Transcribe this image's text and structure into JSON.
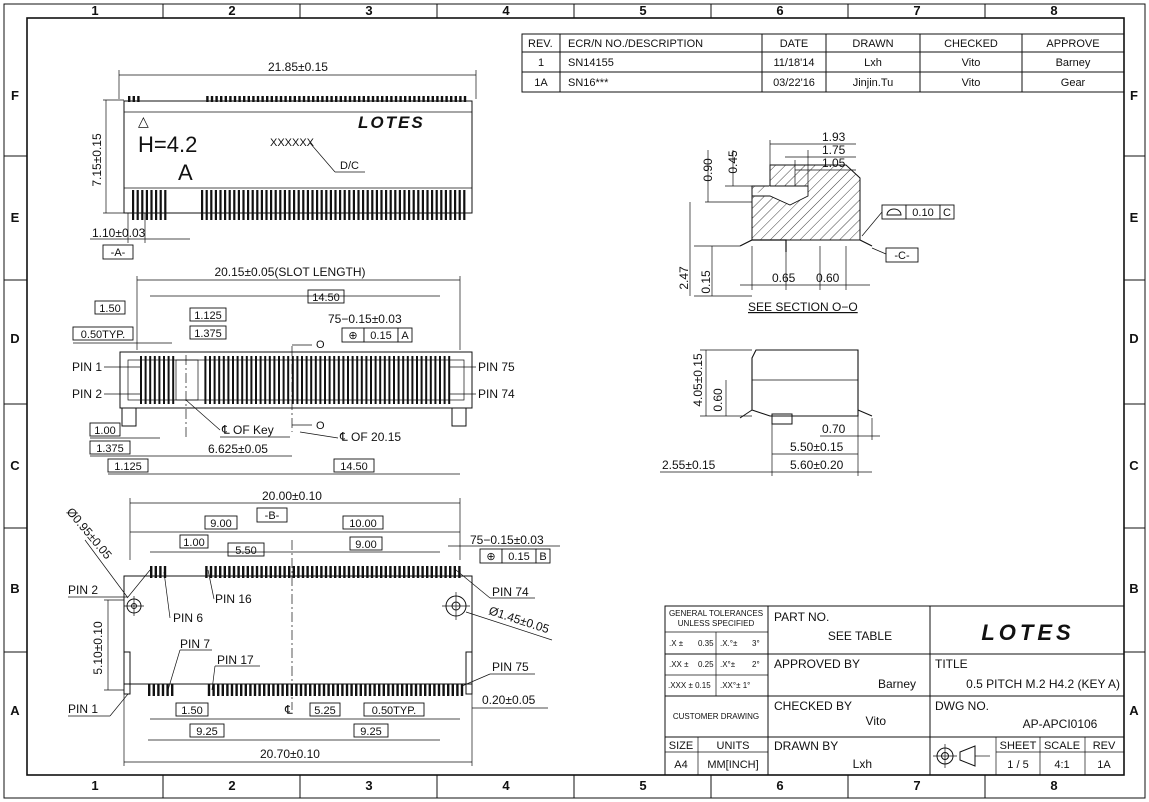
{
  "zones": {
    "columns": [
      "1",
      "2",
      "3",
      "4",
      "5",
      "6",
      "7",
      "8"
    ],
    "rows": [
      "F",
      "E",
      "D",
      "C",
      "B",
      "A"
    ]
  },
  "revision_table": {
    "headers": [
      "REV.",
      "ECR/N NO./DESCRIPTION",
      "DATE",
      "DRAWN",
      "CHECKED",
      "APPROVE"
    ],
    "rows": [
      [
        "1",
        "SN14155",
        "11/18'14",
        "Lxh",
        "Vito",
        "Barney"
      ],
      [
        "1A",
        "SN16***",
        "03/22'16",
        "Jinjin.Tu",
        "Vito",
        "Gear"
      ]
    ]
  },
  "top_view": {
    "dim_width": "21.85±0.15",
    "dim_height": "7.15±0.15",
    "dim_offset": "1.10±0.03",
    "datum": "-A-",
    "mark_triangle": "△",
    "mark_height": "H=4.2",
    "mark_key": "A",
    "date_code": "XXXXXX",
    "date_code_label": "D/C",
    "logo": "LOTES"
  },
  "middle_view": {
    "slot_length": "20.15±0.05(SLOT LENGTH)",
    "dim_14_50_top": "14.50",
    "dim_1_50": "1.50",
    "dim_1_125_top": "1.125",
    "dim_1_375_top": "1.375",
    "dim_050_typ": "0.50TYP.",
    "pos_tol": "75−0.15±0.03",
    "fcf_symbol": "⊕",
    "fcf_value": "0.15",
    "fcf_datum": "A",
    "section_mark": "O",
    "pin_1": "PIN 1",
    "pin_2": "PIN 2",
    "pin_75": "PIN 75",
    "pin_74": "PIN 74",
    "key_center": "℄ OF Key",
    "center_20_15": "℄ OF 20.15",
    "dim_1_00": "1.00",
    "dim_1_375_bot": "1.375",
    "dim_6_625": "6.625±0.05",
    "dim_1_125_bot": "1.125",
    "dim_14_50_bot": "14.50"
  },
  "footprint_view": {
    "dim_width": "20.00±0.10",
    "datum": "-B-",
    "dim_9_00_left": "9.00",
    "dim_10_00": "10.00",
    "dim_1_00": "1.00",
    "dim_5_50": "5.50",
    "dim_9_00_right": "9.00",
    "pos_tol": "75−0.15±0.03",
    "fcf_symbol": "⊕",
    "fcf_value": "0.15",
    "fcf_datum": "B",
    "hole_small": "Ø0.95±0.05",
    "hole_large": "Ø1.45±0.05",
    "pin_2": "PIN 2",
    "pin_6": "PIN 6",
    "pin_16": "PIN 16",
    "pin_74": "PIN 74",
    "pin_7": "PIN 7",
    "pin_17": "PIN 17",
    "pin_75": "PIN 75",
    "pin_1": "PIN 1",
    "dim_height": "5.10±0.10",
    "dim_pad": "0.20±0.05",
    "dim_1_50": "1.50",
    "center_mark": "℄",
    "dim_5_25": "5.25",
    "dim_050_typ": "0.50TYP.",
    "dim_9_25_left": "9.25",
    "dim_9_25_right": "9.25",
    "dim_overall": "20.70±0.10"
  },
  "section_view": {
    "dim_1_93": "1.93",
    "dim_1_75": "1.75",
    "dim_1_05": "1.05",
    "dim_0_90": "0.90",
    "dim_0_45": "0.45",
    "flatness_value": "0.10",
    "flatness_datum": "C",
    "datum": "-C-",
    "dim_2_47": "2.47",
    "dim_0_15": "0.15",
    "dim_0_65": "0.65",
    "dim_0_60": "0.60",
    "caption": "SEE  SECTION  O−O"
  },
  "side_view": {
    "dim_4_05": "4.05±0.15",
    "dim_0_60": "0.60",
    "dim_0_70": "0.70",
    "dim_5_50": "5.50±0.15",
    "dim_5_60": "5.60±0.20",
    "dim_2_55": "2.55±0.15"
  },
  "title_block": {
    "tolerances_title_1": "GENERAL TOLERANCES",
    "tolerances_title_2": "UNLESS  SPECIFIED",
    "tol_rows": [
      [
        ".X ±",
        "0.35",
        ".X.°±",
        "3°"
      ],
      [
        ".XX ±",
        "0.25",
        ".X°±",
        "2°"
      ],
      [
        ".XXX ± 0.15",
        "",
        ".XX°± 1°",
        ""
      ]
    ],
    "customer_drawing": "CUSTOMER DRAWING",
    "size_label": "SIZE",
    "size_value": "A4",
    "units_label": "UNITS",
    "units_value": "MM[INCH]",
    "part_no_label": "PART NO.",
    "part_no_value": "SEE TABLE",
    "approved_label": "APPROVED BY",
    "approved_value": "Barney",
    "checked_label": "CHECKED BY",
    "checked_value": "Vito",
    "drawn_label": "DRAWN BY",
    "drawn_value": "Lxh",
    "logo": "LOTES",
    "title_label": "TITLE",
    "title_value": "0.5 PITCH M.2 H4.2 (KEY A)",
    "dwg_label": "DWG NO.",
    "dwg_value": "AP-APCI0106",
    "sheet_label": "SHEET",
    "sheet_value": "1 / 5",
    "scale_label": "SCALE",
    "scale_value": "4:1",
    "rev_label": "REV",
    "rev_value": "1A"
  }
}
